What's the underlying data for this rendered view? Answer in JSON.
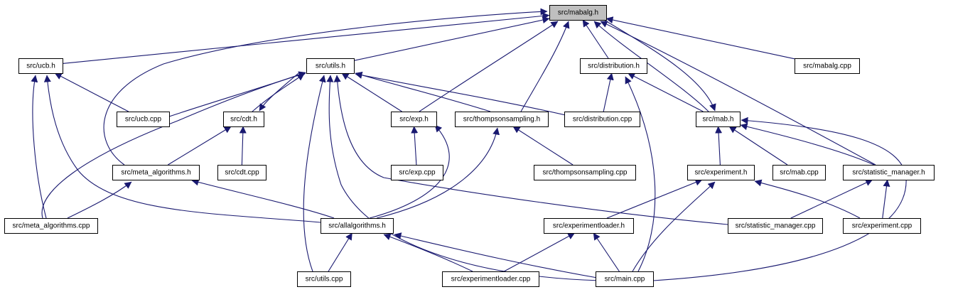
{
  "diagram": {
    "type": "include-dependency-graph",
    "colors": {
      "edge": "#191970",
      "root_fill": "#bfbfbf",
      "node_fill": "#ffffff",
      "node_border": "#000000"
    },
    "root": "mabalg_h",
    "nodes": [
      {
        "id": "mabalg_h",
        "label": "src/mabalg.h"
      },
      {
        "id": "ucb_h",
        "label": "src/ucb.h"
      },
      {
        "id": "utils_h",
        "label": "src/utils.h"
      },
      {
        "id": "distribution_h",
        "label": "src/distribution.h"
      },
      {
        "id": "mabalg_cpp",
        "label": "src/mabalg.cpp"
      },
      {
        "id": "ucb_cpp",
        "label": "src/ucb.cpp"
      },
      {
        "id": "cdt_h",
        "label": "src/cdt.h"
      },
      {
        "id": "exp_h",
        "label": "src/exp.h"
      },
      {
        "id": "thompsonsampling_h",
        "label": "src/thompsonsampling.h"
      },
      {
        "id": "distribution_cpp",
        "label": "src/distribution.cpp"
      },
      {
        "id": "mab_h",
        "label": "src/mab.h"
      },
      {
        "id": "meta_algorithms_h",
        "label": "src/meta_algorithms.h"
      },
      {
        "id": "cdt_cpp",
        "label": "src/cdt.cpp"
      },
      {
        "id": "exp_cpp",
        "label": "src/exp.cpp"
      },
      {
        "id": "thompsonsampling_cpp",
        "label": "src/thompsonsampling.cpp"
      },
      {
        "id": "experiment_h",
        "label": "src/experiment.h"
      },
      {
        "id": "mab_cpp",
        "label": "src/mab.cpp"
      },
      {
        "id": "statistic_manager_h",
        "label": "src/statistic_manager.h"
      },
      {
        "id": "meta_algorithms_cpp",
        "label": "src/meta_algorithms.cpp"
      },
      {
        "id": "allalgorithms_h",
        "label": "src/allalgorithms.h"
      },
      {
        "id": "experimentloader_h",
        "label": "src/experimentloader.h"
      },
      {
        "id": "statistic_manager_cpp",
        "label": "src/statistic_manager.cpp"
      },
      {
        "id": "experiment_cpp",
        "label": "src/experiment.cpp"
      },
      {
        "id": "utils_cpp",
        "label": "src/utils.cpp"
      },
      {
        "id": "experimentloader_cpp",
        "label": "src/experimentloader.cpp"
      },
      {
        "id": "main_cpp",
        "label": "src/main.cpp"
      }
    ],
    "edges": [
      {
        "from": "ucb_h",
        "to": "mabalg_h"
      },
      {
        "from": "utils_h",
        "to": "mabalg_h"
      },
      {
        "from": "distribution_h",
        "to": "mabalg_h"
      },
      {
        "from": "mabalg_cpp",
        "to": "mabalg_h"
      },
      {
        "from": "meta_algorithms_h",
        "to": "mabalg_h"
      },
      {
        "from": "exp_h",
        "to": "mabalg_h"
      },
      {
        "from": "thompsonsampling_h",
        "to": "mabalg_h"
      },
      {
        "from": "mab_h",
        "to": "mabalg_h"
      },
      {
        "from": "statistic_manager_h",
        "to": "mabalg_h"
      },
      {
        "from": "mabalg_h",
        "to": "mab_h"
      },
      {
        "from": "ucb_cpp",
        "to": "ucb_h"
      },
      {
        "from": "meta_algorithms_cpp",
        "to": "ucb_h"
      },
      {
        "from": "allalgorithms_h",
        "to": "ucb_h"
      },
      {
        "from": "ucb_cpp",
        "to": "utils_h"
      },
      {
        "from": "cdt_h",
        "to": "utils_h"
      },
      {
        "from": "utils_h",
        "to": "cdt_h"
      },
      {
        "from": "exp_h",
        "to": "utils_h"
      },
      {
        "from": "thompsonsampling_h",
        "to": "utils_h"
      },
      {
        "from": "distribution_cpp",
        "to": "utils_h"
      },
      {
        "from": "meta_algorithms_cpp",
        "to": "utils_h"
      },
      {
        "from": "utils_cpp",
        "to": "utils_h"
      },
      {
        "from": "main_cpp",
        "to": "utils_h"
      },
      {
        "from": "statistic_manager_cpp",
        "to": "utils_h"
      },
      {
        "from": "distribution_cpp",
        "to": "distribution_h"
      },
      {
        "from": "mab_h",
        "to": "distribution_h"
      },
      {
        "from": "main_cpp",
        "to": "distribution_h"
      },
      {
        "from": "meta_algorithms_h",
        "to": "cdt_h"
      },
      {
        "from": "cdt_cpp",
        "to": "cdt_h"
      },
      {
        "from": "exp_cpp",
        "to": "exp_h"
      },
      {
        "from": "allalgorithms_h",
        "to": "exp_h"
      },
      {
        "from": "thompsonsampling_cpp",
        "to": "thompsonsampling_h"
      },
      {
        "from": "allalgorithms_h",
        "to": "thompsonsampling_h"
      },
      {
        "from": "experiment_h",
        "to": "mab_h"
      },
      {
        "from": "mab_cpp",
        "to": "mab_h"
      },
      {
        "from": "statistic_manager_h",
        "to": "mab_h"
      },
      {
        "from": "main_cpp",
        "to": "mab_h"
      },
      {
        "from": "meta_algorithms_cpp",
        "to": "meta_algorithms_h"
      },
      {
        "from": "allalgorithms_h",
        "to": "meta_algorithms_h"
      },
      {
        "from": "experimentloader_h",
        "to": "experiment_h"
      },
      {
        "from": "experiment_cpp",
        "to": "experiment_h"
      },
      {
        "from": "main_cpp",
        "to": "experiment_h"
      },
      {
        "from": "statistic_manager_cpp",
        "to": "statistic_manager_h"
      },
      {
        "from": "experiment_cpp",
        "to": "statistic_manager_h"
      },
      {
        "from": "utils_cpp",
        "to": "allalgorithms_h"
      },
      {
        "from": "experimentloader_cpp",
        "to": "allalgorithms_h"
      },
      {
        "from": "main_cpp",
        "to": "allalgorithms_h"
      },
      {
        "from": "experimentloader_cpp",
        "to": "experimentloader_h"
      },
      {
        "from": "main_cpp",
        "to": "experimentloader_h"
      }
    ]
  }
}
